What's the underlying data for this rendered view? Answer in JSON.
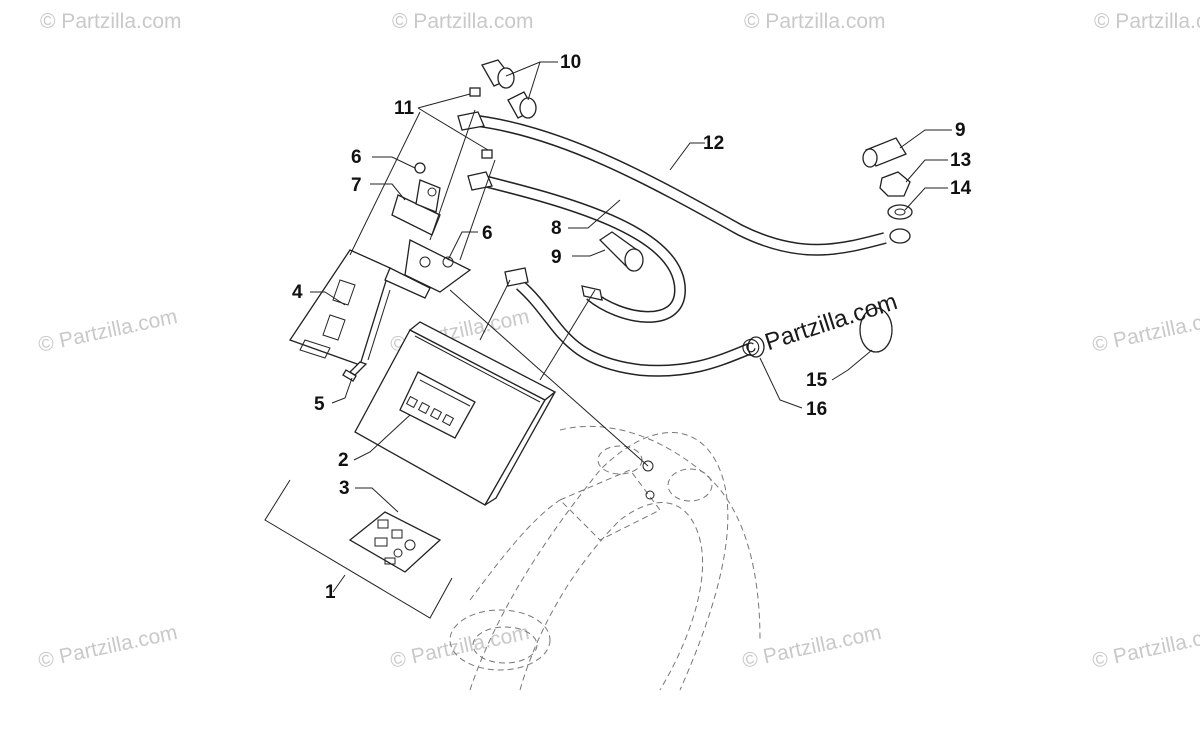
{
  "watermark": {
    "text": "© Partzilla.com",
    "center_text": "© Partzilla.com"
  },
  "callouts": {
    "c1": "1",
    "c2": "2",
    "c3": "3",
    "c4": "4",
    "c5": "5",
    "c6a": "6",
    "c6b": "6",
    "c7": "7",
    "c8": "8",
    "c9a": "9",
    "c9b": "9",
    "c10": "10",
    "c11": "11",
    "c12": "12",
    "c13": "13",
    "c14": "14",
    "c15": "15",
    "c16": "16"
  }
}
